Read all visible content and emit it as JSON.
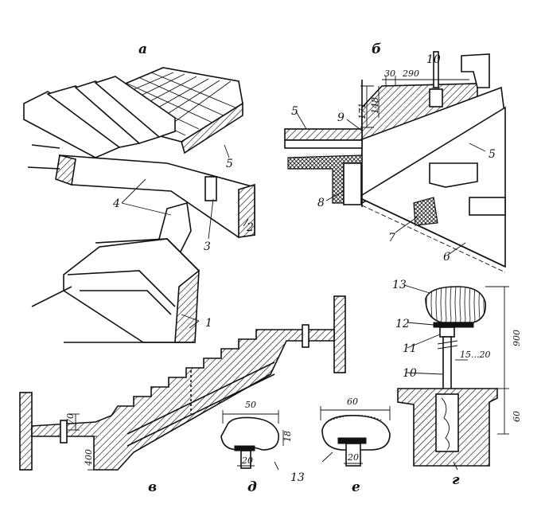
{
  "figure": {
    "view_labels": {
      "a": "а",
      "b": "б",
      "v": "в",
      "g": "г",
      "d": "д",
      "e": "е"
    },
    "parts": {
      "p1": "1",
      "p2": "2",
      "p3": "3",
      "p4": "4",
      "p5": "5",
      "p5b": "5",
      "p5c": "5",
      "p6": "6",
      "p7": "7",
      "p8": "8",
      "p9": "9",
      "p10": "10",
      "p10b": "10",
      "p11": "11",
      "p12": "12",
      "p13": "13",
      "p13b": "13"
    },
    "dimensions": {
      "d30": "30",
      "d290": "290",
      "d171": "171",
      "d148": "148",
      "d70": "70",
      "d400": "400",
      "d50": "50",
      "d18": "18",
      "d20a": "20",
      "d60a": "60",
      "d20b": "20",
      "d900": "900",
      "d15_20": "15...20",
      "d60b": "60"
    }
  }
}
